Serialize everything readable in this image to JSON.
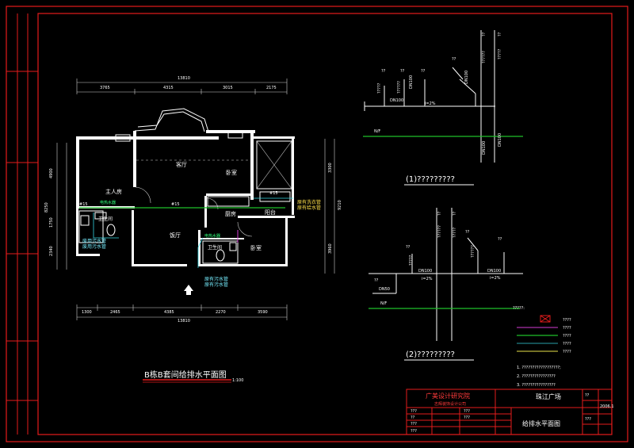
{
  "plan": {
    "title": "B栋B套间给排水平面图",
    "scale": "1:100",
    "top_dims": [
      "13810",
      "3765",
      "4315",
      "3015",
      "2175"
    ],
    "bottom_dims": [
      "1300",
      "2465",
      "4385",
      "2270",
      "3590"
    ],
    "bottom_total": "13810",
    "left_dims": [
      "4900",
      "1750",
      "2340",
      "8250"
    ],
    "right_dims": [
      "3300",
      "9210",
      "3960"
    ],
    "rooms": {
      "living": "客厅",
      "bedroom": "卧室",
      "master": "主人房",
      "kitchen": "厨房",
      "balcony": "阳台",
      "dining": "饭厅",
      "bedroom2": "卧室",
      "bath1": "卫生间",
      "bath2": "卫生间"
    },
    "notes": [
      "电热水器",
      "废用污水管",
      "废用污水管",
      "原有洗衣管",
      "原有给水管",
      "电热水器",
      "原有污水管",
      "原有污水管"
    ],
    "marks": [
      "#15",
      "#15",
      "#15"
    ]
  },
  "axo1": {
    "caption": "(1)?????????",
    "nf": "N/F",
    "pipe_labels": [
      "DN100",
      "i=2%",
      "DN100",
      "DN100",
      "DN100",
      "DN100"
    ],
    "q": [
      "??",
      "??",
      "??",
      "??",
      "??",
      "??",
      "??????",
      "?????",
      "?????",
      "??????"
    ]
  },
  "axo2": {
    "caption": "(2)?????????",
    "nf": "N/F",
    "pipe_labels": [
      "DN100",
      "i=2%",
      "DN50",
      "DN100",
      "i=2%"
    ],
    "q": [
      "??",
      "??",
      "??",
      "??",
      "??",
      "??",
      "??????",
      "?????",
      "??????",
      "?????"
    ]
  },
  "legend": {
    "title": "?????:",
    "items": [
      "????",
      "????",
      "????",
      "????",
      "????"
    ],
    "colors": [
      "#e51c1c",
      "#d43bd4",
      "#1fbf2a",
      "#34d4e0",
      "#e9e24a"
    ]
  },
  "notes": [
    "1. ??????????????????;",
    "2. ????????????????",
    "3. ????????????????"
  ],
  "titleblock": {
    "company": "广美设计研究院",
    "company_sub": "志辉装饰设计公司",
    "project": "珠江广场",
    "drawing": "给排水平面图",
    "small": [
      "???",
      "??",
      "???",
      "???",
      "???",
      "???",
      "??",
      "???"
    ],
    "sheet": "2006.1"
  },
  "colors": {
    "frame": "#e51c1c",
    "bg": "#000000"
  }
}
